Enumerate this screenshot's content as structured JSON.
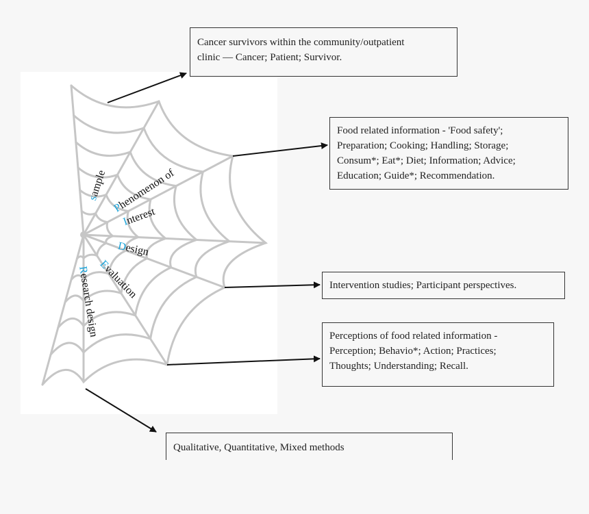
{
  "colors": {
    "web": "#c6c6c6",
    "accent": "#1aa3d9",
    "arrow": "#111111"
  },
  "spider": {
    "sample": {
      "initial": "s",
      "rest": "ample"
    },
    "phenomenon": {
      "initial": "P",
      "rest": "henomenon of"
    },
    "interest": {
      "initial": "I",
      "rest": "nterest"
    },
    "design": {
      "initial": "D",
      "rest": "esign"
    },
    "evaluation": {
      "initial": "E",
      "rest": "valuation"
    },
    "research_design": {
      "initial": "R",
      "rest": "esearch design"
    }
  },
  "boxes": {
    "sample": "Cancer survivors within the community/outpatient\nclinic — Cancer; Patient; Survivor.",
    "phenomenon": "Food related information - 'Food safety';\nPreparation; Cooking; Handling; Storage;\n Consum*; Eat*; Diet; Information; Advice;\nEducation; Guide*; Recommendation.",
    "design": "Intervention studies; Participant perspectives.",
    "evaluation": "Perceptions of food related information -\nPerception; Behavio*; Action; Practices;\nThoughts; Understanding; Recall.",
    "research_design": "Qualitative, Quantitative, Mixed methods"
  }
}
